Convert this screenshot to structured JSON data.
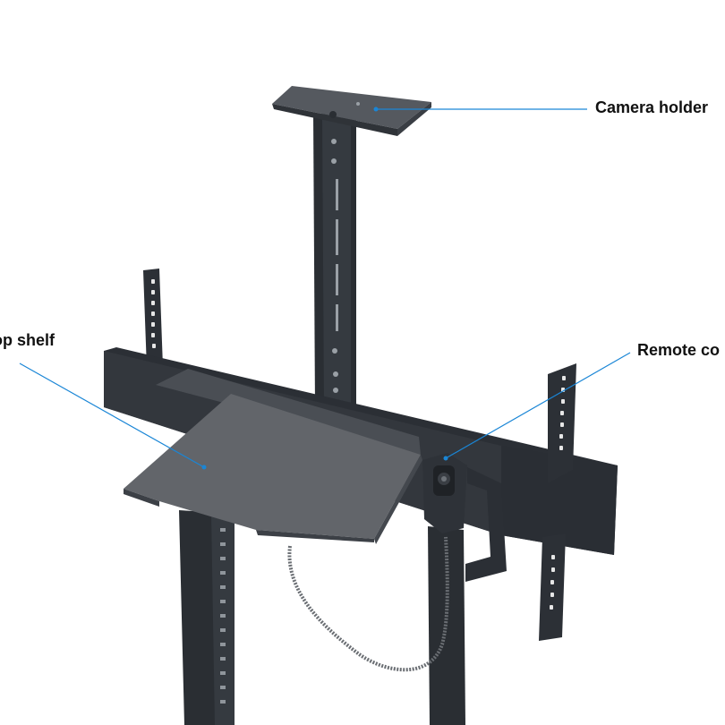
{
  "callouts": {
    "camera_holder": "Camera holder",
    "laptop_shelf": "op shelf",
    "remote_control": "Remote co"
  },
  "colors": {
    "background": "#ffffff",
    "metal_dark": "#2c3036",
    "metal_mid": "#3b4047",
    "shelf_top": "#62656a",
    "leader_line": "#1a86d6"
  }
}
